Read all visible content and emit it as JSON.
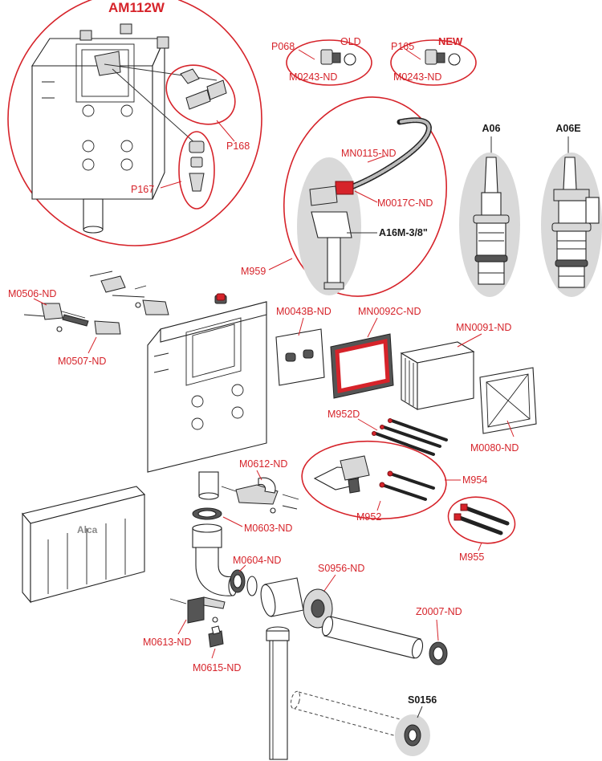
{
  "title": "AM112W",
  "labels": {
    "p168": "P168",
    "p167": "P167",
    "p068": "P068",
    "old": "OLD",
    "m0243_old": "M0243-ND",
    "p165": "P165",
    "new": "NEW",
    "m0243_new": "M0243-ND",
    "mn0115": "MN0115-ND",
    "m0017c": "M0017C-ND",
    "a16m": "A16M-3/8\"",
    "m959": "M959",
    "a06": "A06",
    "a06e": "A06E",
    "m0506": "M0506-ND",
    "m0507": "M0507-ND",
    "m0043b": "M0043B-ND",
    "mn0092c": "MN0092C-ND",
    "mn0091": "MN0091-ND",
    "m952d": "M952D",
    "m0080": "M0080-ND",
    "m954": "M954",
    "m952": "M952",
    "m955": "M955",
    "m0612": "M0612-ND",
    "m0603": "M0603-ND",
    "m0604": "M0604-ND",
    "s0956": "S0956-ND",
    "z0007": "Z0007-ND",
    "m0613": "M0613-ND",
    "m0615": "M0615-ND",
    "s0156": "S0156",
    "alca": "Alca"
  },
  "colors": {
    "accent": "#d6232a",
    "outline": "#222222",
    "shade": "#d9d9d9"
  }
}
